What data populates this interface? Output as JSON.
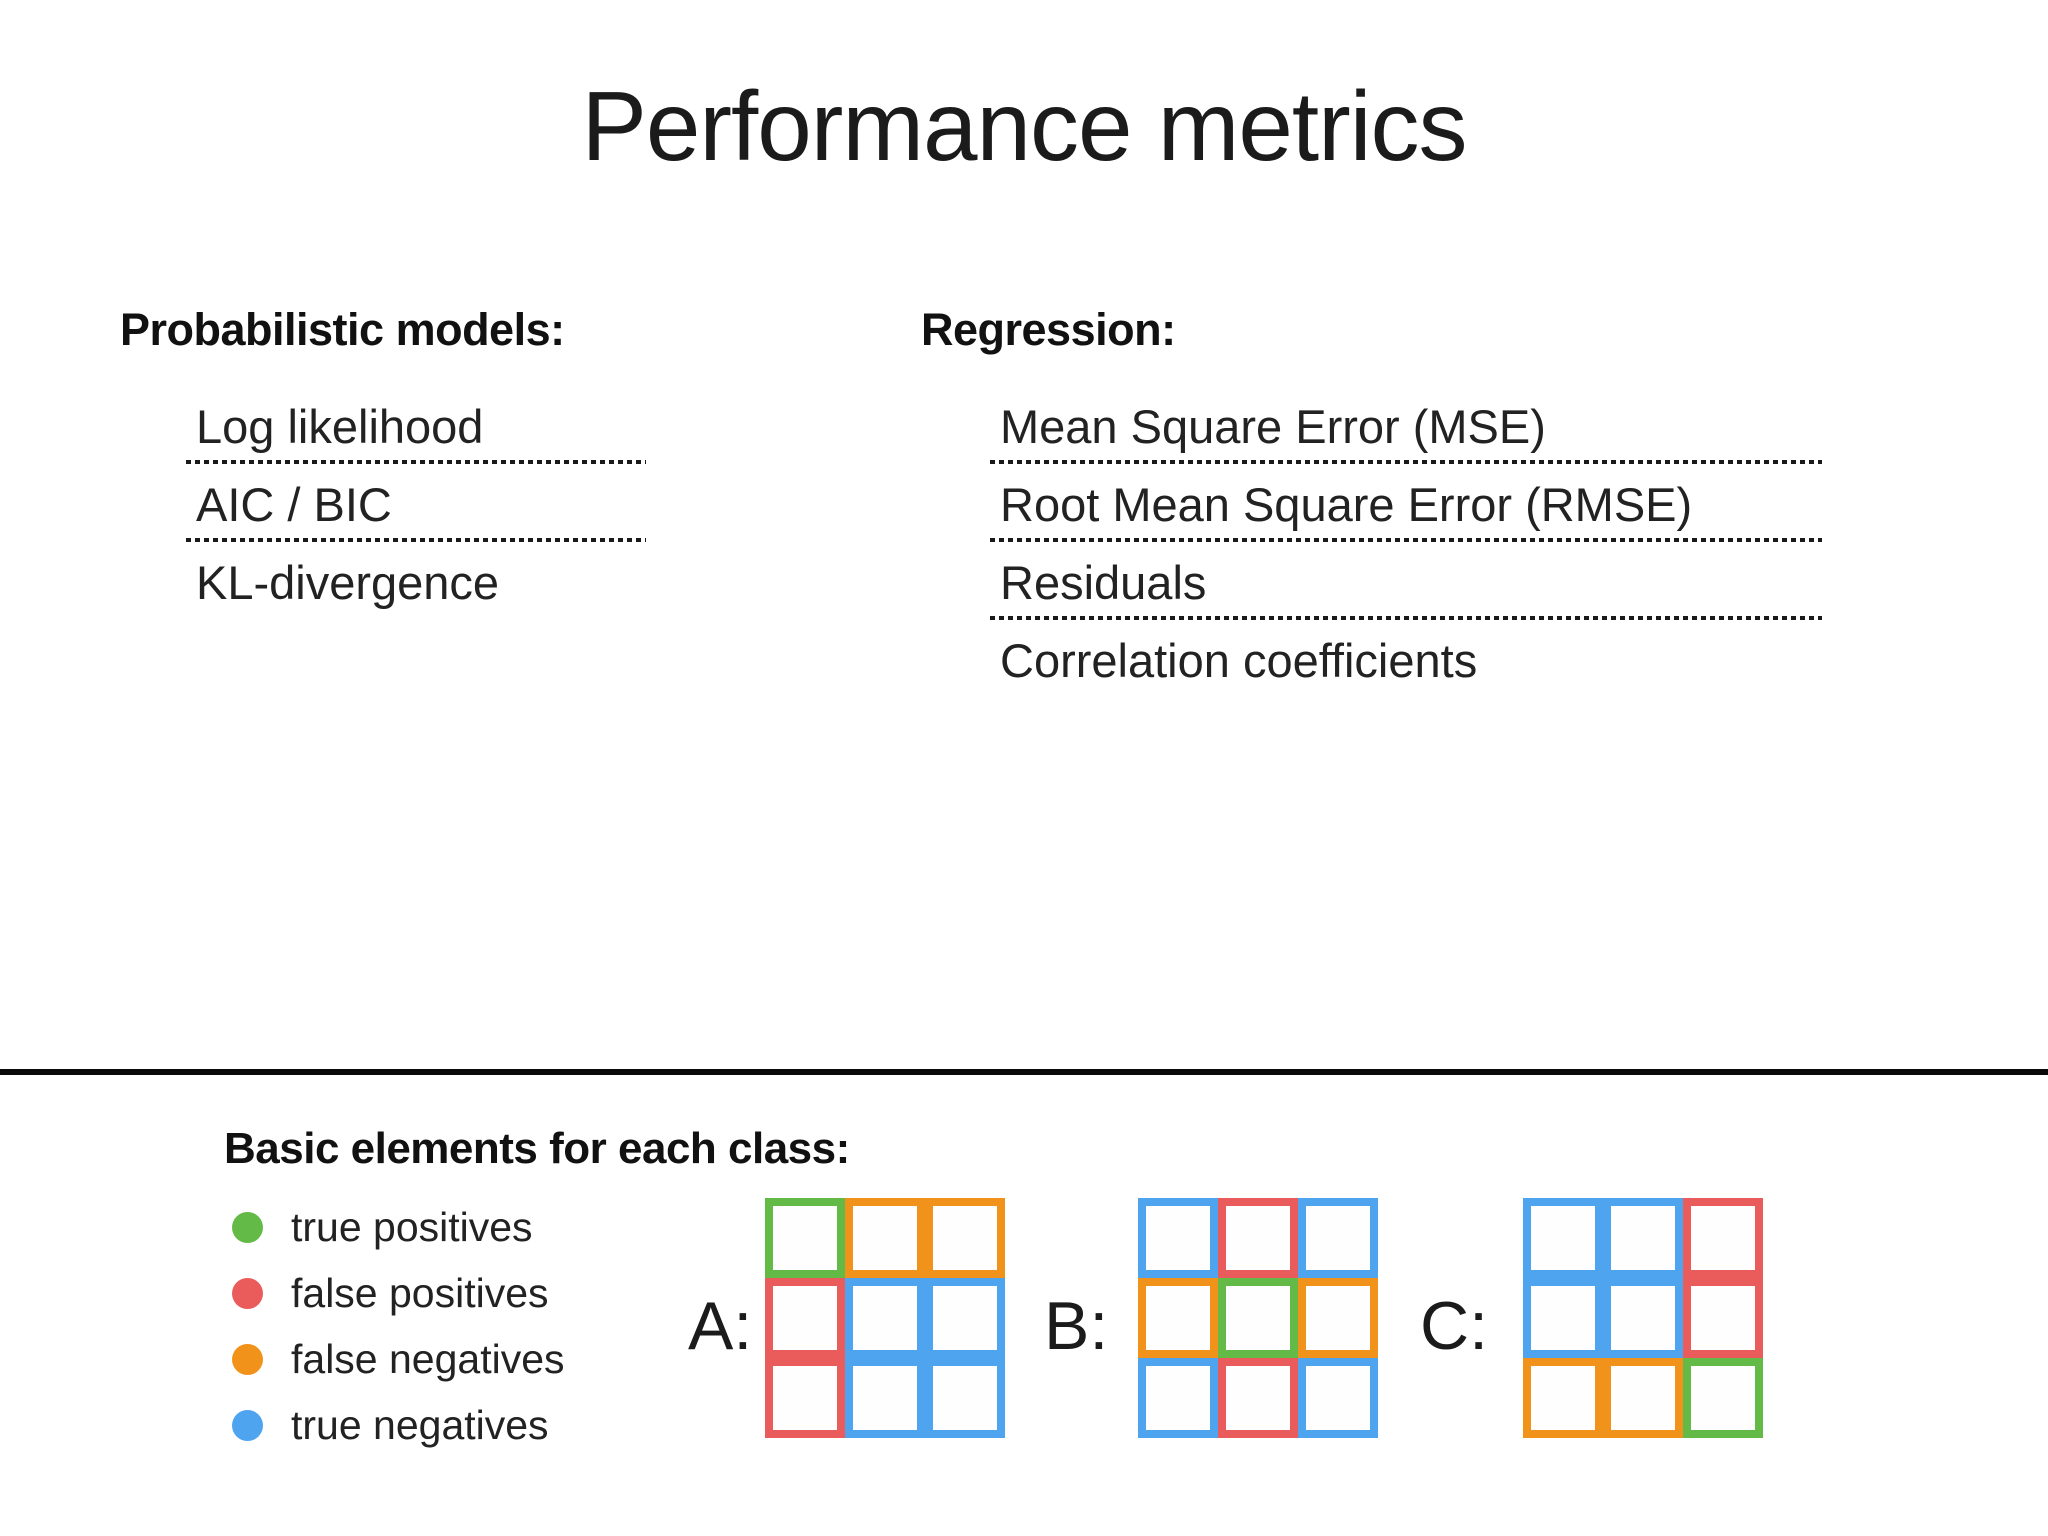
{
  "title": "Performance metrics",
  "palette": {
    "green": "#63ba47",
    "red": "#ea5c5c",
    "orange": "#f1921a",
    "blue": "#4ea4ee"
  },
  "columns": [
    {
      "heading": "Probabilistic models:",
      "items": [
        {
          "label": "Log likelihood",
          "underline": true
        },
        {
          "label": "AIC / BIC",
          "underline": true
        },
        {
          "label": "KL-divergence",
          "underline": false
        }
      ]
    },
    {
      "heading": "Regression:",
      "items": [
        {
          "label": "Mean Square Error (MSE)",
          "underline": true
        },
        {
          "label": "Root Mean Square Error (RMSE)",
          "underline": true
        },
        {
          "label": "Residuals",
          "underline": true
        },
        {
          "label": "Correlation coefficients",
          "underline": false
        }
      ]
    }
  ],
  "bottom": {
    "heading": "Basic elements for each class:",
    "legend": [
      {
        "label": "true positives",
        "color": "green"
      },
      {
        "label": "false positives",
        "color": "red"
      },
      {
        "label": "false negatives",
        "color": "orange"
      },
      {
        "label": "true negatives",
        "color": "blue"
      }
    ],
    "grids": [
      {
        "label": "A:",
        "cells": [
          [
            "green",
            "orange",
            "orange"
          ],
          [
            "red",
            "blue",
            "blue"
          ],
          [
            "red",
            "blue",
            "blue"
          ]
        ]
      },
      {
        "label": "B:",
        "cells": [
          [
            "blue",
            "red",
            "blue"
          ],
          [
            "orange",
            "green",
            "orange"
          ],
          [
            "blue",
            "red",
            "blue"
          ]
        ]
      },
      {
        "label": "C:",
        "cells": [
          [
            "blue",
            "blue",
            "red"
          ],
          [
            "blue",
            "blue",
            "red"
          ],
          [
            "orange",
            "orange",
            "green"
          ]
        ]
      }
    ]
  }
}
